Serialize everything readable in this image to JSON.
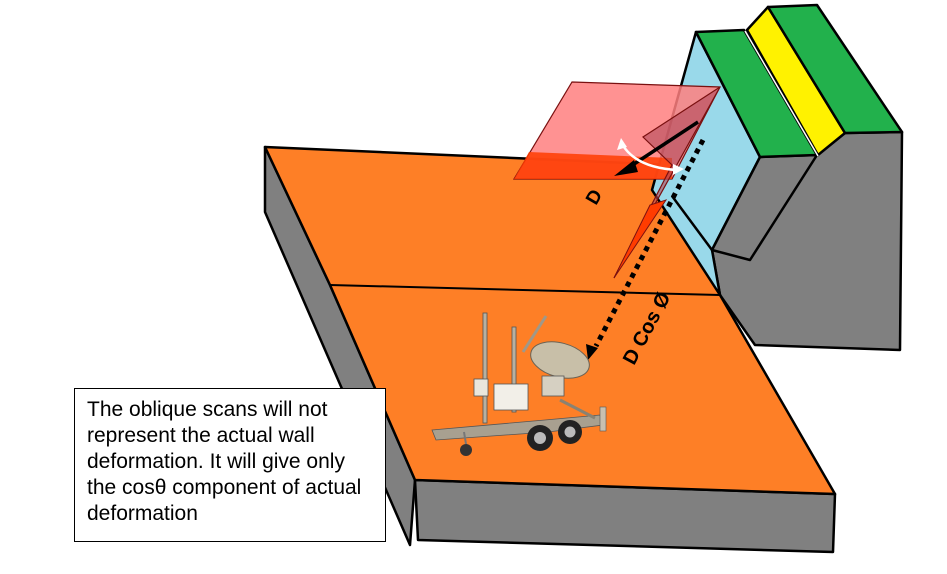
{
  "diagram": {
    "title": "Oblique radar scan of a slope wall",
    "labels": {
      "displacement": "D",
      "projected_displacement": "D Cos Ø"
    },
    "note": {
      "text": "The oblique scans will not represent the actual wall deformation. It will give only the cosθ component of actual deformation"
    },
    "elements": [
      {
        "name": "bench-floor",
        "color": "#fe7f26"
      },
      {
        "name": "rock-sides",
        "color": "#808080"
      },
      {
        "name": "wall-face",
        "color": "#99d9ea"
      },
      {
        "name": "bench-top-strip",
        "color": "#22b14c"
      },
      {
        "name": "crest-strip",
        "color": "#fff200"
      },
      {
        "name": "failure-plane",
        "color": "#ff7f7f"
      },
      {
        "name": "radar-trailer",
        "color": "#c8bfa8"
      }
    ],
    "colors": {
      "orange": "#fe7f26",
      "gray": "#808080",
      "blue": "#99d9ea",
      "green": "#22b14c",
      "yellow": "#fff200",
      "pink": "#ff8080",
      "red": "#ff3c00"
    }
  }
}
